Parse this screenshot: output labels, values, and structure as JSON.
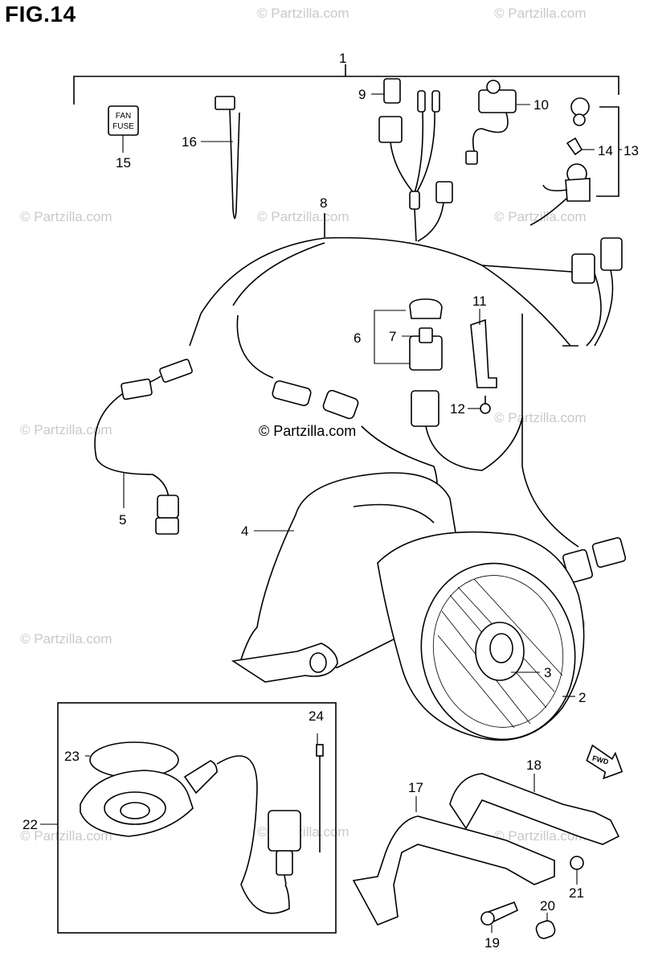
{
  "figure_title": "FIG.14",
  "watermark_text": "© Partzilla.com",
  "fuse_label": [
    "FAN",
    "FUSE"
  ],
  "fwd_label": "FWD",
  "callouts": {
    "n1": "1",
    "n2": "2",
    "n3": "3",
    "n4": "4",
    "n5": "5",
    "n6": "6",
    "n7": "7",
    "n8": "8",
    "n9": "9",
    "n10": "10",
    "n11": "11",
    "n12": "12",
    "n13": "13",
    "n14": "14",
    "n15": "15",
    "n16": "16",
    "n17": "17",
    "n18": "18",
    "n19": "19",
    "n20": "20",
    "n21": "21",
    "n22": "22",
    "n23": "23",
    "n24": "24"
  },
  "colors": {
    "line": "#000000",
    "watermark": "#c9c9c9",
    "background": "#ffffff"
  }
}
